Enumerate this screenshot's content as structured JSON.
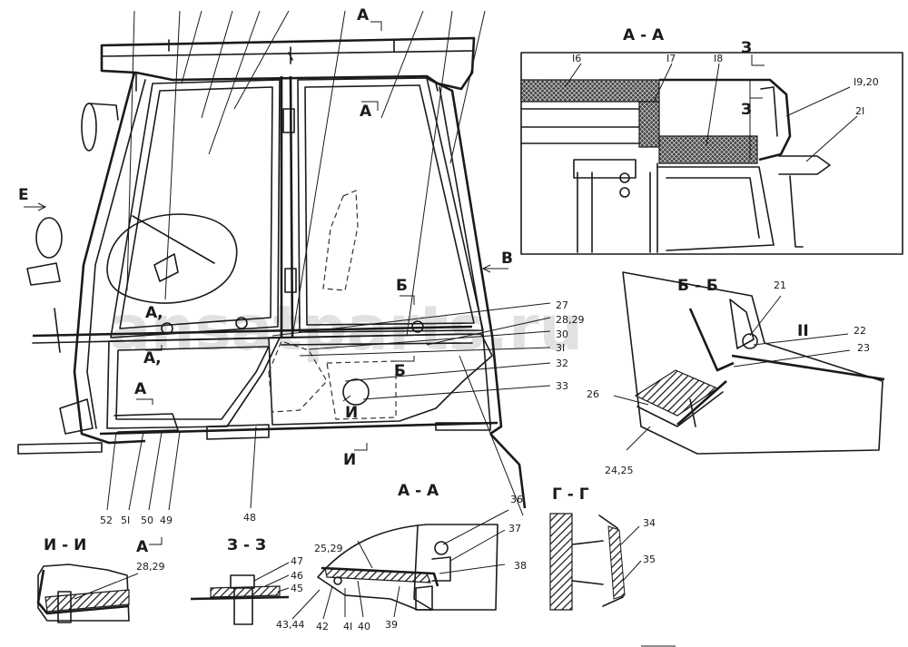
{
  "watermark": "ansatparts.ru",
  "section_titles": {
    "aa_top": "А - А",
    "bb": "Б - Б",
    "gg": "Г - Г",
    "aa_bottom": "А - А",
    "ii": "И - И",
    "zz": "З - З"
  },
  "view_markers": {
    "e": "Е",
    "v": "В",
    "a_top": "А",
    "a_mid": "А",
    "a_left1": "А,",
    "a_left2": "А,",
    "a_left3": "А",
    "b1": "Б",
    "b2": "Б",
    "i1": "И",
    "i2": "И",
    "a_bottom": "А",
    "z_top": "З",
    "z_mid": "З",
    "roman_ii": "II"
  },
  "callouts": {
    "c16": "I6",
    "c17": "I7",
    "c18": "I8",
    "c1920": "I9,20",
    "c21a": "2I",
    "c21b": "21",
    "c22": "22",
    "c23": "23",
    "c26": "26",
    "c2425": "24,25",
    "c27": "27",
    "c2829a": "28,29",
    "c30": "30",
    "c31": "3I",
    "c32": "32",
    "c33": "33",
    "c52": "52",
    "c51": "5I",
    "c50": "50",
    "c49": "49",
    "c48": "48",
    "c36": "36",
    "c37": "37",
    "c38": "38",
    "c2529": "25,29",
    "c39": "39",
    "c40": "40",
    "c41": "4I",
    "c42": "42",
    "c4344": "43,44",
    "c34": "34",
    "c35": "35",
    "c47": "47",
    "c46": "46",
    "c45": "45",
    "c2829b": "28,29"
  }
}
